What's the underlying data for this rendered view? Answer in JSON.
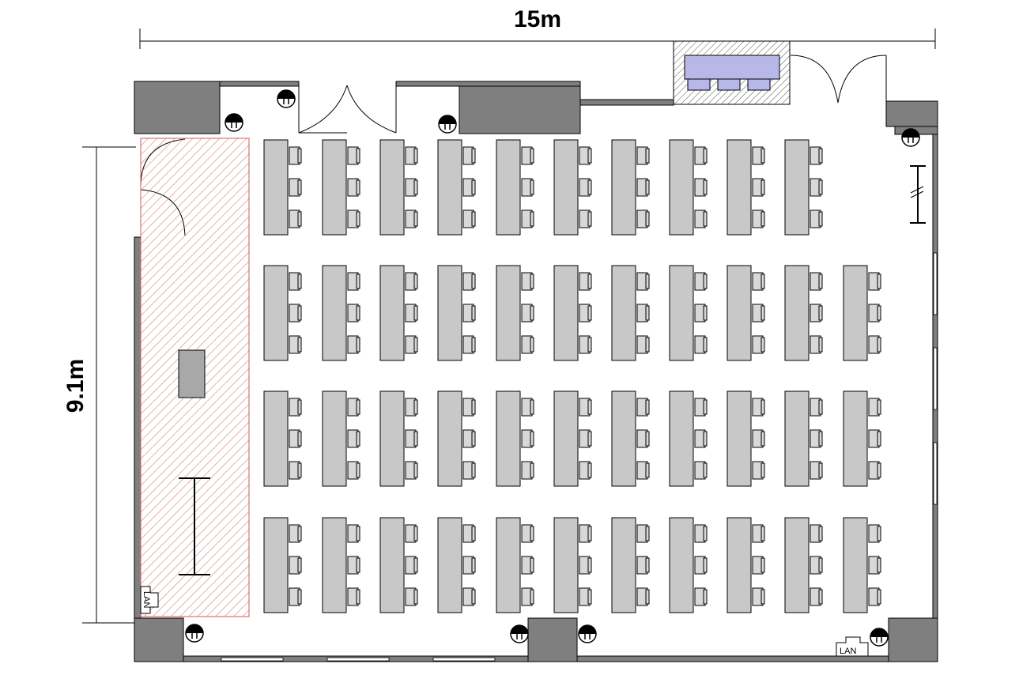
{
  "dimensions": {
    "width_label": "15m",
    "height_label": "9.1m"
  },
  "lan_labels": [
    "LAN",
    "LAN"
  ],
  "seating": {
    "rows": 4,
    "desks_per_row": [
      10,
      11,
      11,
      11
    ],
    "chairs_per_desk": 3
  },
  "colors": {
    "wall": "#7f7f7f",
    "desk": "#c8c8c8",
    "stage_hatch": "#d08080",
    "cabinet": "#b8b8e8",
    "line": "#000000"
  }
}
